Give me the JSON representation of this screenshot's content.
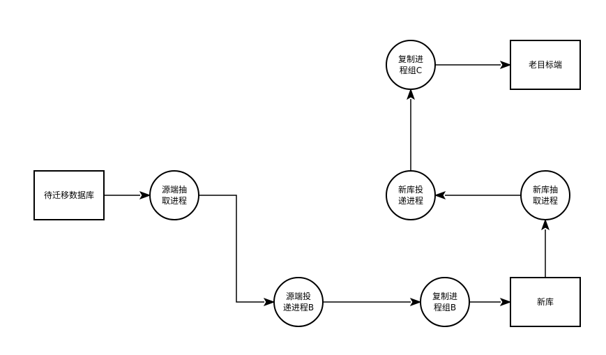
{
  "diagram": {
    "nodes": [
      {
        "id": "n1",
        "shape": "rect",
        "lines": [
          "待迁移数据库"
        ]
      },
      {
        "id": "n2",
        "shape": "circle",
        "lines": [
          "源端抽",
          "取进程"
        ]
      },
      {
        "id": "n3",
        "shape": "circle",
        "lines": [
          "源端投",
          "递进程B"
        ]
      },
      {
        "id": "n4",
        "shape": "circle",
        "lines": [
          "复制进",
          "程组B"
        ]
      },
      {
        "id": "n5",
        "shape": "rect",
        "lines": [
          "新库"
        ]
      },
      {
        "id": "n6",
        "shape": "circle",
        "lines": [
          "新库抽",
          "取进程"
        ]
      },
      {
        "id": "n7",
        "shape": "circle",
        "lines": [
          "新库投",
          "递进程"
        ]
      },
      {
        "id": "n8",
        "shape": "circle",
        "lines": [
          "复制进",
          "程组C"
        ]
      },
      {
        "id": "n9",
        "shape": "rect",
        "lines": [
          "老目标端"
        ]
      }
    ],
    "edges": [
      {
        "from": "n1",
        "to": "n2"
      },
      {
        "from": "n2",
        "to": "n3"
      },
      {
        "from": "n3",
        "to": "n4"
      },
      {
        "from": "n4",
        "to": "n5"
      },
      {
        "from": "n5",
        "to": "n6"
      },
      {
        "from": "n6",
        "to": "n7"
      },
      {
        "from": "n7",
        "to": "n8"
      },
      {
        "from": "n8",
        "to": "n9"
      }
    ],
    "colors": {
      "stroke": "#000000",
      "fill": "#ffffff",
      "text": "#000000"
    }
  }
}
